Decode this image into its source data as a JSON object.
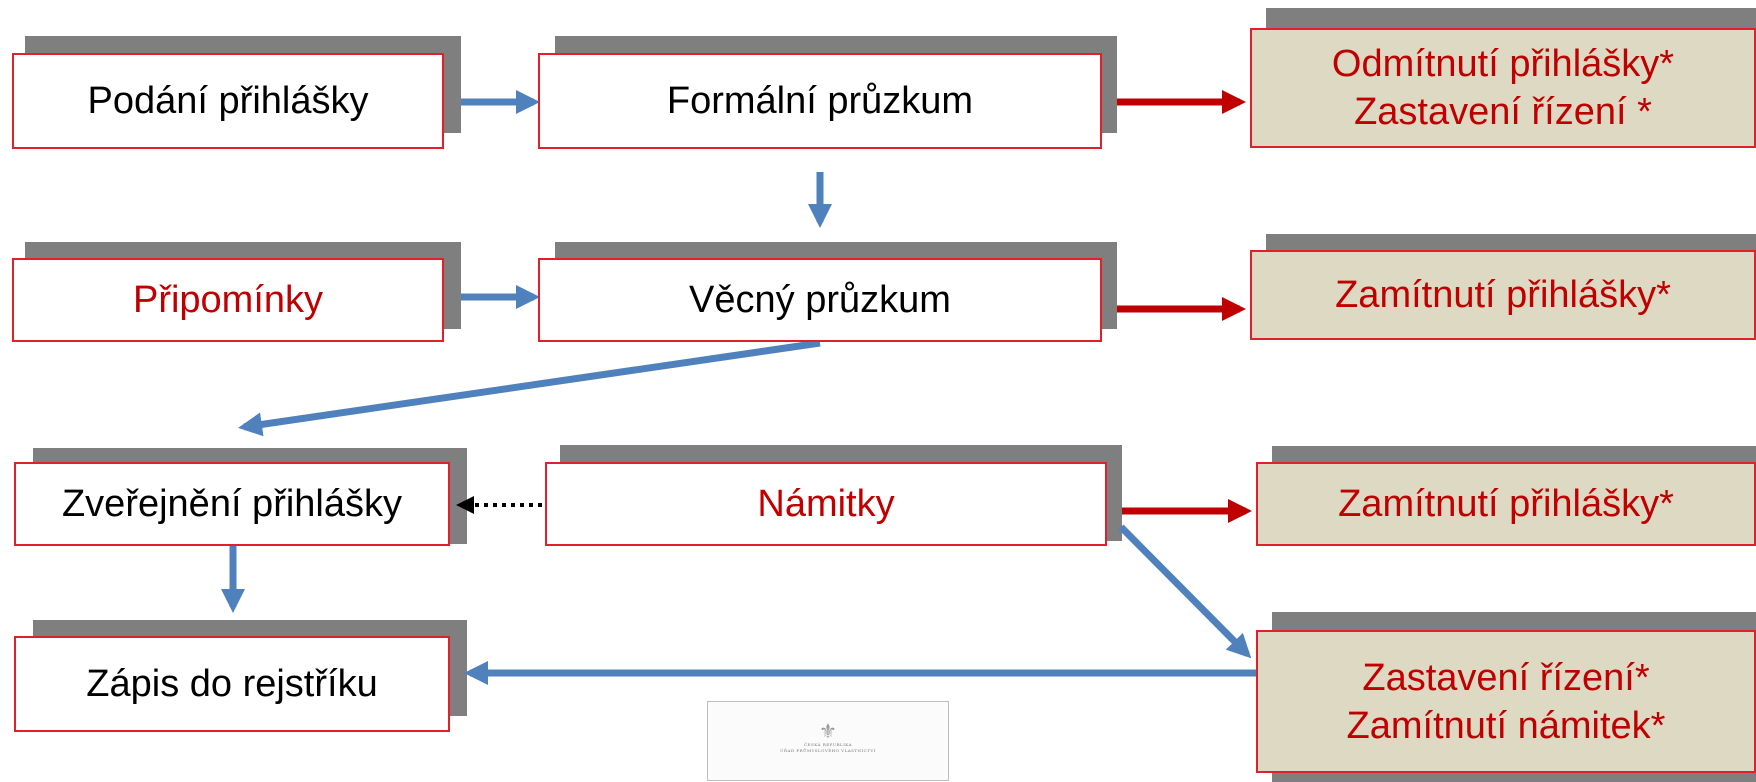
{
  "flow": {
    "filing": "Podání přihlášky",
    "formal_exam": "Formální průzkum",
    "comments": "Připomínky",
    "substantive_exam": "Věcný průzkum",
    "publication": "Zveřejnění přihlášky",
    "objections": "Námitky",
    "registration": "Zápis do rejstříku"
  },
  "outcomes": {
    "formal": [
      "Odmítnutí přihlášky*",
      "Zastavení řízení *"
    ],
    "substantive": [
      "Zamítnutí přihlášky*"
    ],
    "objections": [
      "Zamítnutí přihlášky*"
    ],
    "objections_end": [
      "Zastavení řízení*",
      "Zamítnutí námitek*"
    ]
  },
  "colors": {
    "flow_arrow": "#4f81bd",
    "outcome_arrow": "#c00000",
    "box_border": "#e0202a",
    "outcome_fill": "#ddd9c3",
    "shadow": "#7f7f7f"
  },
  "document_logo": {
    "line1": "ČESKÁ REPUBLIKA",
    "line2": "ÚŘAD PRŮMYSLOVÉHO VLASTNICTVÍ"
  }
}
